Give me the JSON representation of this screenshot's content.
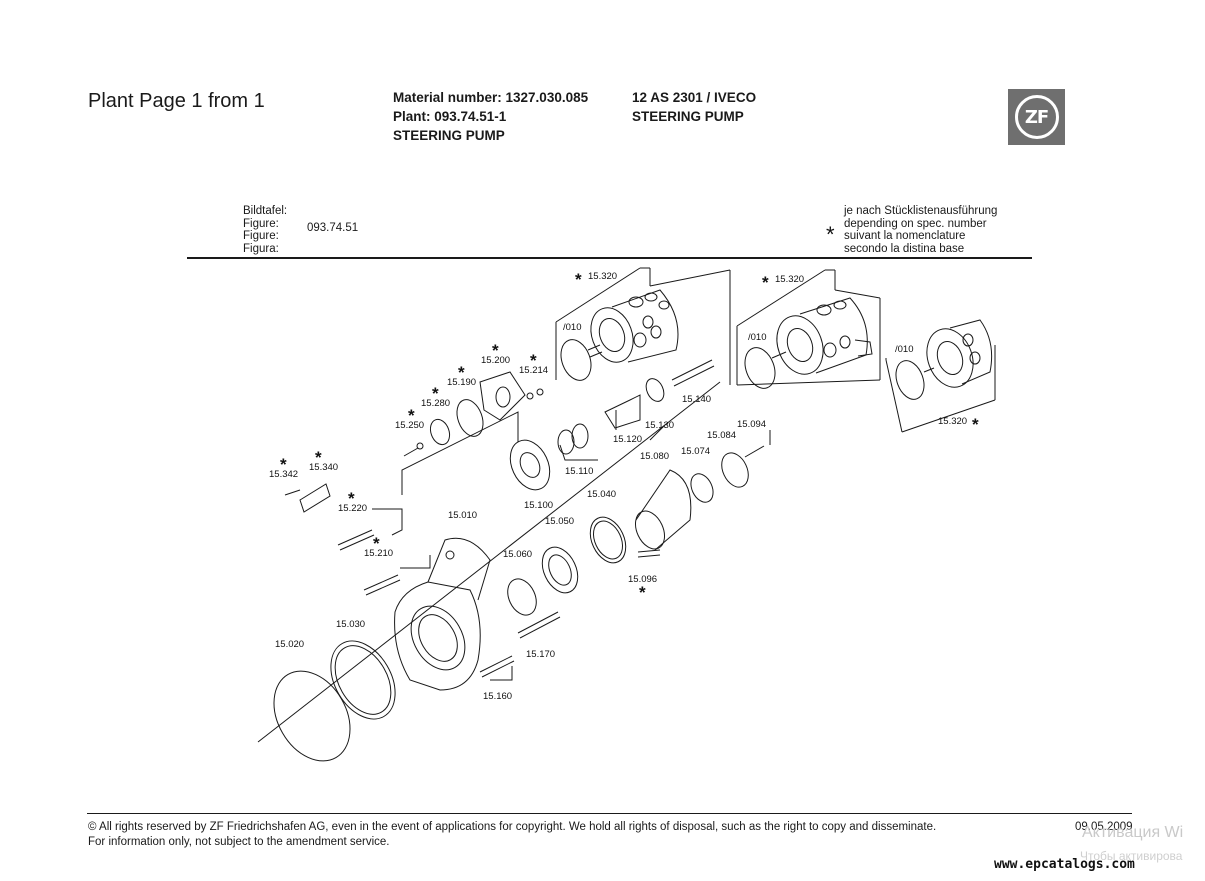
{
  "header": {
    "page_title": "Plant Page 1 from 1",
    "material_number": "Material number: 1327.030.085",
    "plant": "Plant: 093.74.51-1",
    "description": "STEERING PUMP",
    "model": "12 AS 2301 / IVECO",
    "model_description": "STEERING PUMP",
    "logo_text": "ZF"
  },
  "figure_block": {
    "labels": [
      "Bildtafel:",
      "Figure:",
      "Figure:",
      "Figura:"
    ],
    "figure_number": "093.74.51"
  },
  "note": {
    "star": "*",
    "lines": [
      "je nach Stücklistenausführung",
      "depending on spec. number",
      "suivant la nomenclature",
      "secondo la distina base"
    ]
  },
  "diagram": {
    "star": "*",
    "parts": [
      "15.320",
      "15.320",
      "15.320",
      "/010",
      "/010",
      "/010",
      "15.200",
      "15.214",
      "15.190",
      "15.280",
      "15.250",
      "15.140",
      "15.130",
      "15.120",
      "15.110",
      "15.100",
      "15.094",
      "15.084",
      "15.074",
      "15.080",
      "15.342",
      "15.340",
      "15.220",
      "15.010",
      "15.040",
      "15.050",
      "15.060",
      "15.210",
      "15.096",
      "15.030",
      "15.020",
      "15.170",
      "15.160"
    ]
  },
  "footer": {
    "copyright": "© All rights reserved by ZF Friedrichshafen AG, even in the event of applications for copyright. We hold all rights of disposal, such as the right to copy and disseminate.",
    "info": "For information only, not subject to the amendment service.",
    "date": "09.05.2009",
    "watermark_1": "Активация Wi",
    "watermark_2": "Чтобы активирова",
    "site": "www.epcatalogs.com"
  }
}
